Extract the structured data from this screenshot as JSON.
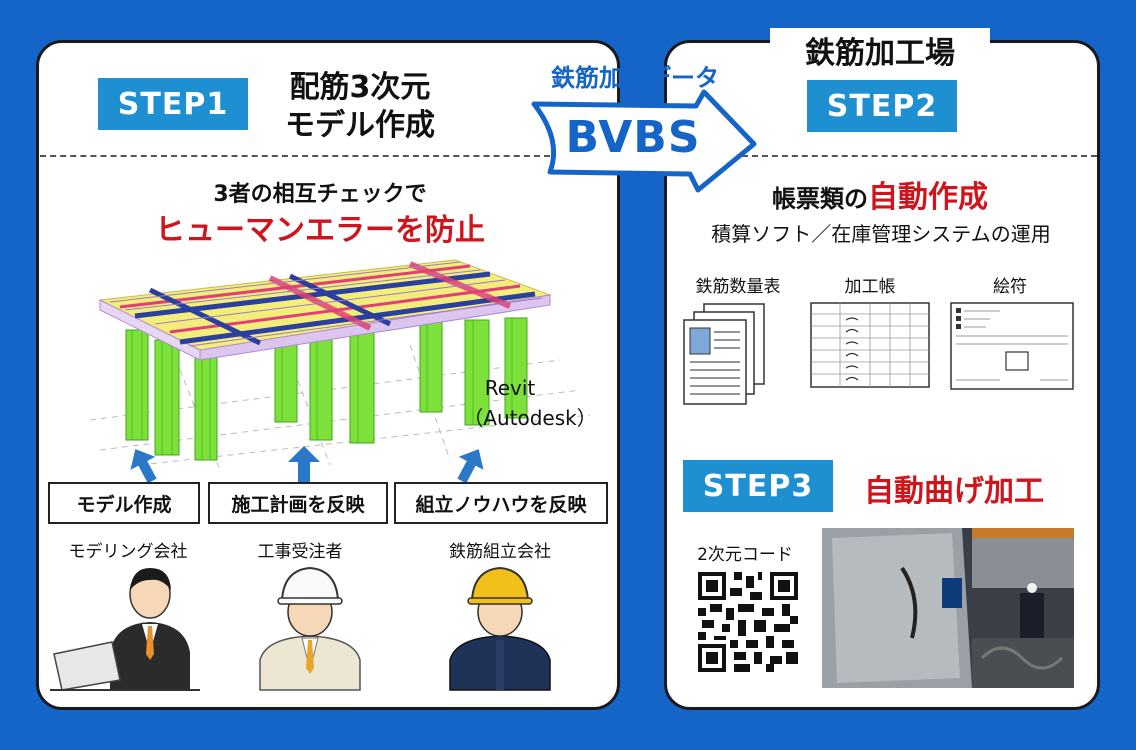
{
  "colors": {
    "background": "#1565c8",
    "step_badge": "#1e8fd0",
    "emphasis_red": "#d0141c",
    "arrow_blue": "#2b78c8"
  },
  "left_panel": {
    "step_label": "STEP1",
    "title_line1": "配筋3次元",
    "title_line2": "モデル作成",
    "subtitle": "3者の相互チェックで",
    "emphasis": "ヒューマンエラーを防止",
    "model_note_line1": "Revit",
    "model_note_line2": "（Autodesk）",
    "roles": [
      {
        "box": "モデル作成",
        "party": "モデリング会社",
        "person": "laptop-worker"
      },
      {
        "box": "施工計画を反映",
        "party": "工事受注者",
        "person": "white-helmet-worker"
      },
      {
        "box": "組立ノウハウを反映",
        "party": "鉄筋組立会社",
        "person": "yellow-helmet-worker"
      }
    ]
  },
  "center": {
    "data_label": "鉄筋加工データ",
    "format_label": "BVBS"
  },
  "right_panel": {
    "header": "鉄筋加工場",
    "step2_label": "STEP2",
    "step2_text_prefix": "帳票類の",
    "step2_text_emphasis": "自動作成",
    "step2_sub": "積算ソフト／在庫管理システムの運用",
    "documents": [
      {
        "label": "鉄筋数量表",
        "icon": "document-stack-icon"
      },
      {
        "label": "加工帳",
        "icon": "processing-table-icon"
      },
      {
        "label": "絵符",
        "icon": "tag-sheet-icon"
      }
    ],
    "step3_label": "STEP3",
    "step3_text": "自動曲げ加工",
    "qr_label": "2次元コード"
  }
}
